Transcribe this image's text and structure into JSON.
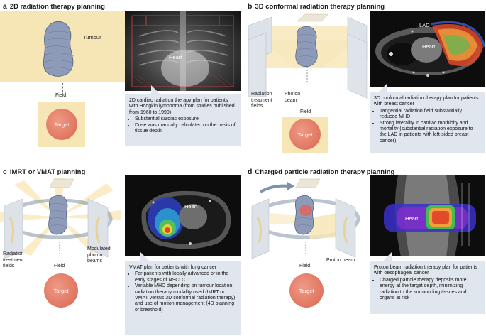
{
  "panels": {
    "a": {
      "letter": "a",
      "title": "2D radiation therapy planning",
      "tumour_label": "Tumour",
      "field_label": "Field",
      "target_label": "Target",
      "heart_label": "Heart",
      "caption_intro": "2D cardiac radiation therapy plan for patients with Hodgkin lymphoma (from studies published from 1960 to 1990)",
      "bullets": [
        "Substantial cardiac exposure",
        "Dose was manually calculated on the basis of tissue depth"
      ]
    },
    "b": {
      "letter": "b",
      "title": "3D conformal radiation therapy planning",
      "radiation_fields_label": "Radiation treatment fields",
      "photon_beam_label": "Photon beam",
      "field_label": "Field",
      "target_label": "Target",
      "lad_label": "LAD",
      "heart_label": "Heart",
      "caption_intro": "3D conformal radiation therapy plan for patients with breast cancer",
      "bullets": [
        "Tangential radiation field substantially reduced MHD",
        "Strong laterality in cardiac morbidity and mortality (substantial radiation exposure to the LAD in patients with left-sided breast cancer)"
      ]
    },
    "c": {
      "letter": "c",
      "title": "IMRT or VMAT planning",
      "radiation_fields_label": "Radiation treatment fields",
      "modulated_label": "Modulated photon beams",
      "field_label": "Field",
      "target_label": "Target",
      "heart_label": "Heart",
      "caption_intro": "VMAT plan for patients with lung cancer",
      "bullets": [
        "For patients with locally advanced or in the early stages of NSCLC",
        "Variable MHD depending on tumour location, radiation therapy modality used (IMRT or VMAT versus 3D conformal radiation therapy) and use of motion management (4D planning or breathold)"
      ]
    },
    "d": {
      "letter": "d",
      "title": "Charged particle radiation therapy planning",
      "proton_beam_label": "Proton beam",
      "field_label": "Field",
      "target_label": "Target",
      "heart_label": "Heart",
      "caption_intro": "Proton beam radiation therapy plan for patients with oesophageal cancer",
      "bullets": [
        "Charged particle therapy deposits more energy at the target depth, minimizing radiation to the surrounding tissues and organs at risk"
      ]
    }
  },
  "colors": {
    "beam": "#f7e6b5",
    "target": "#db6a52",
    "caption_bg": "#dfe6ee",
    "tumour": "#8d9bb8",
    "ring": "#7f93a8"
  }
}
